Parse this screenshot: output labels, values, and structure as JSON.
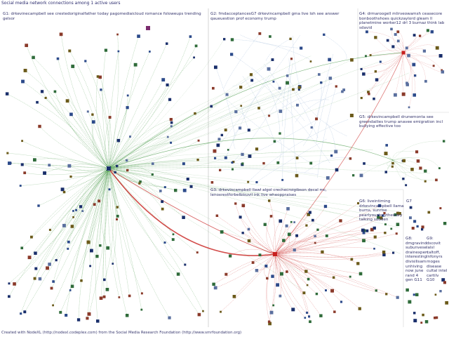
{
  "header": {
    "title": "Social media network connections among 1 active users"
  },
  "groups": [
    {
      "id": "G1",
      "label": "G1: drkevinecampbell see crestedoriginalfather today pagomediaicloud romance foloweups trending gelsor"
    },
    {
      "id": "G2",
      "label": "G2: fmdacceptancesG7 drkevincampbell gma live loh see answer qaueuestion prof economy trump"
    },
    {
      "id": "G3",
      "label": "G3: drkevincampbell llawl algol crechecroigibson decal mc, lenoxrestforbelbisuvil ink live wheoppraises"
    },
    {
      "id": "G4",
      "label": "G4: drmaroogell mlirveowamsh ceasecore bonboothshoes quickzaylord gleam ll planetmine worker12 drl 3 burnaz think lab sdavid"
    },
    {
      "id": "G5",
      "label": "G5: drkevincampbell drunemonta see greendailies trump anavee emigration incl bullying effective too"
    },
    {
      "id": "G6",
      "label": "G6: liveintiming drkevincampbell llama burns, sunrise pearlyoustorythewary talking sudden"
    },
    {
      "id": "G7",
      "label": "G7"
    },
    {
      "id": "G8",
      "label": "G8: dmgravind subunvese drainexpert interesting divisilisam unhiving now june rand 4 gen G11"
    },
    {
      "id": "G9",
      "label": "G9: dscovit lalsl caltoff, lnfonyrs moges disease cultal intel cartilv G10"
    }
  ],
  "footer": {
    "credit": "Created with NodeXL (http://nodexl.codeplex.com) from the Social Media Research Foundation (http://www.smrfoundation.org)"
  },
  "colors": {
    "edge_green": "#2e8b2e",
    "edge_red": "#c8201e",
    "edge_blue": "#3b6fb0",
    "node_dark": "#1a2f6b",
    "label_text": "#33336b",
    "divider": "#c9c9c9"
  }
}
